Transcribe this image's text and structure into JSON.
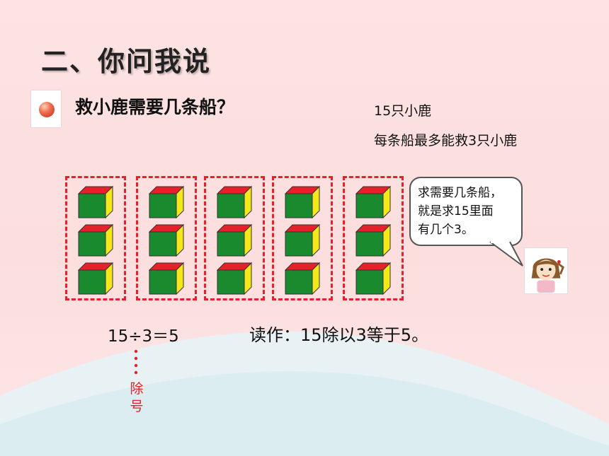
{
  "title": "二、你问我说",
  "question": "救小鹿需要几条船？",
  "info": {
    "line1": "15只小鹿",
    "line2": "每条船最多能救3只小鹿"
  },
  "groups": {
    "count": 5,
    "cubes_per_group": 3
  },
  "colors": {
    "dash_red": "#e8202a",
    "cube_front": "#1a8a2e",
    "cube_top": "#e8202a",
    "cube_side": "#f5e81a"
  },
  "speech": {
    "line1": "求需要几条船，",
    "line2": "就是求15里面",
    "line3": "有几个3。"
  },
  "equation": "15÷3＝5",
  "read_as": "读作：15除以3等于5。",
  "division_sign_label": {
    "char1": "除",
    "char2": "号"
  },
  "icons": [
    "bullet-ball-icon",
    "girl-avatar-icon"
  ]
}
